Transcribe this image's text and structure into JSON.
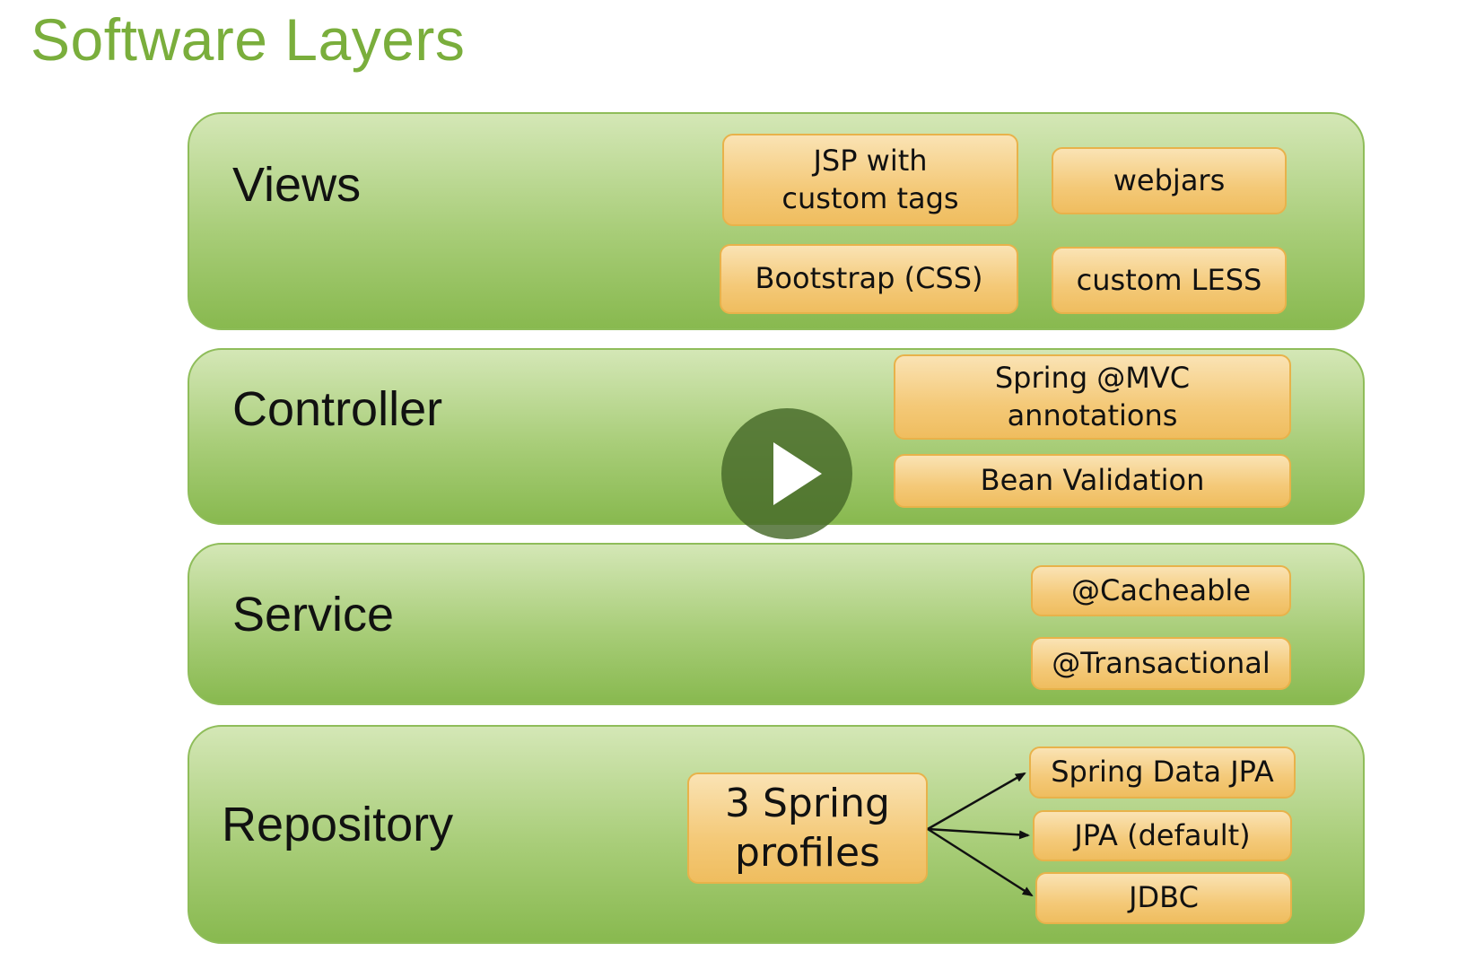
{
  "title": "Software Layers",
  "layers": [
    {
      "label": "Views",
      "chips": [
        "JSP with\ncustom tags",
        "webjars",
        "Bootstrap (CSS)",
        "custom LESS"
      ]
    },
    {
      "label": "Controller",
      "chips": [
        "Spring @MVC\nannotations",
        "Bean Validation"
      ]
    },
    {
      "label": "Service",
      "chips": [
        "@Cacheable",
        "@Transactional"
      ]
    },
    {
      "label": "Repository",
      "chips": [
        "3 Spring\nprofiles",
        "Spring Data JPA",
        "JPA (default)",
        "JDBC"
      ]
    }
  ],
  "colors": {
    "title": "#7aae3c",
    "layer_fill": "#a8cd78",
    "chip_fill": "#f4c978",
    "chip_border": "#e8b24a"
  },
  "icons": {
    "play": "play-icon"
  }
}
